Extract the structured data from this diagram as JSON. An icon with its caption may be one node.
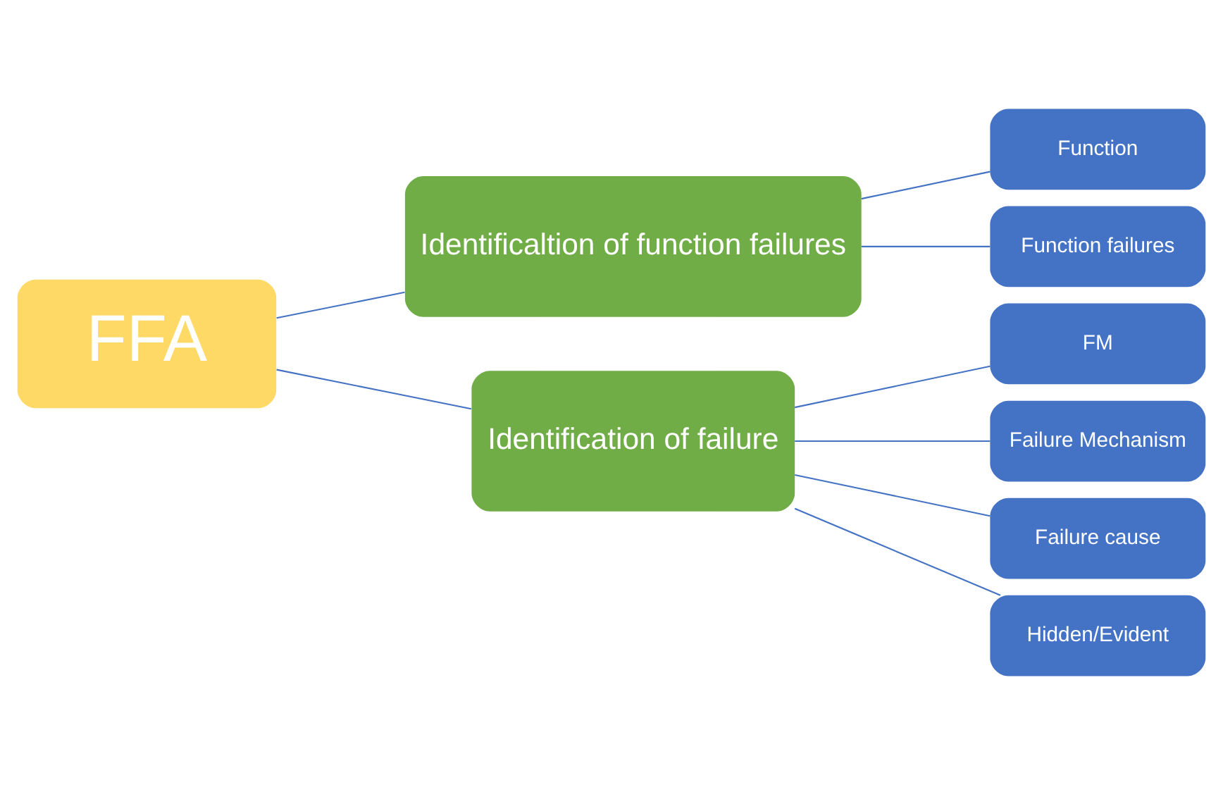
{
  "diagram": {
    "nodes": [
      {
        "text": [
          "FFA"
        ]
      },
      {
        "text": [
          "Identificaltion of function failures"
        ]
      },
      {
        "text": [
          "Function"
        ]
      },
      {
        "text": [
          "Function failures"
        ]
      },
      {
        "text": [
          "Identification of failure"
        ]
      },
      {
        "text": [
          "FM"
        ]
      },
      {
        "text": [
          "Failure Mechanism"
        ]
      },
      {
        "text": [
          "Failure cause"
        ]
      },
      {
        "text": [
          "Hidden/Evident"
        ]
      }
    ],
    "edges": [
      {
        "from": 0,
        "to": 1,
        "arrow": "none"
      },
      {
        "from": 0,
        "to": 4,
        "arrow": "none"
      },
      {
        "from": 1,
        "to": 2,
        "arrow": "none"
      },
      {
        "from": 1,
        "to": 3,
        "arrow": "none"
      },
      {
        "from": 4,
        "to": 5,
        "arrow": "none"
      },
      {
        "from": 4,
        "to": 6,
        "arrow": "none"
      },
      {
        "from": 4,
        "to": 7,
        "arrow": "none"
      },
      {
        "from": 4,
        "to": 8,
        "arrow": "none"
      }
    ]
  }
}
